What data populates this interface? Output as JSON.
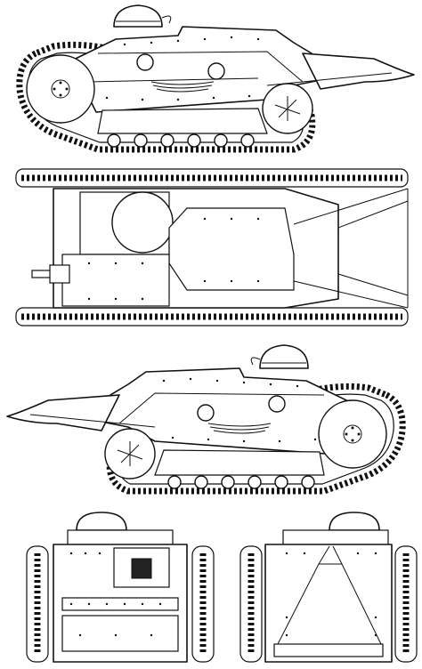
{
  "drawing": {
    "subject": "",
    "views": [
      "side-left",
      "top",
      "side-right",
      "front",
      "rear"
    ]
  },
  "colors": {
    "line": "#111111",
    "paper": "#ffffff"
  }
}
